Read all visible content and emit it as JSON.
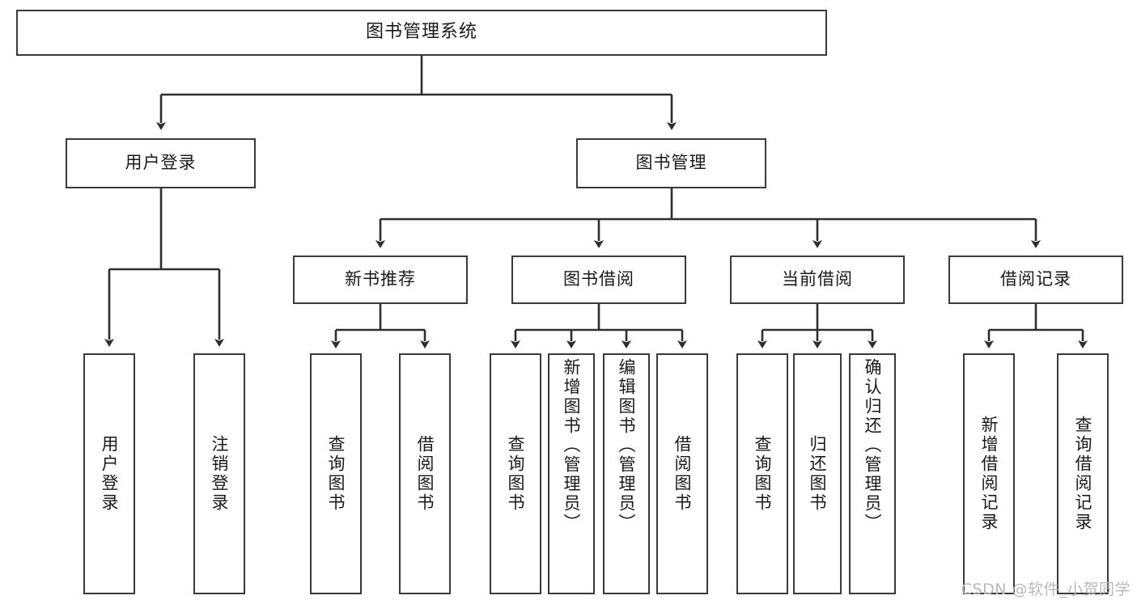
{
  "diagram": {
    "title_node": {
      "label": "图书管理系统"
    },
    "level2": [
      {
        "id": "user-login",
        "label": "用户登录"
      },
      {
        "id": "book-management",
        "label": "图书管理"
      }
    ],
    "level3": [
      {
        "id": "new-book-recommend",
        "label": "新书推荐"
      },
      {
        "id": "book-borrow",
        "label": "图书借阅"
      },
      {
        "id": "current-borrow",
        "label": "当前借阅"
      },
      {
        "id": "borrow-record",
        "label": "借阅记录"
      }
    ],
    "leaves": {
      "user_login": [
        {
          "id": "leaf-user-login",
          "label": "用户登录"
        },
        {
          "id": "leaf-logout",
          "label": "注销登录"
        }
      ],
      "new_book_recommend": [
        {
          "id": "leaf-query-book-1",
          "label": "查询图书"
        },
        {
          "id": "leaf-borrow-book-1",
          "label": "借阅图书"
        }
      ],
      "book_borrow": [
        {
          "id": "leaf-query-book-2",
          "label": "查询图书"
        },
        {
          "id": "leaf-add-book",
          "label": "新增图书（管理员）"
        },
        {
          "id": "leaf-edit-book",
          "label": "编辑图书（管理员）"
        },
        {
          "id": "leaf-borrow-book-2",
          "label": "借阅图书"
        }
      ],
      "current_borrow": [
        {
          "id": "leaf-query-book-3",
          "label": "查询图书"
        },
        {
          "id": "leaf-return-book",
          "label": "归还图书"
        },
        {
          "id": "leaf-confirm-return",
          "label": "确认归还（管理员）"
        }
      ],
      "borrow_record": [
        {
          "id": "leaf-add-record",
          "label": "新增借阅记录"
        },
        {
          "id": "leaf-query-record",
          "label": "查询借阅记录"
        }
      ]
    }
  },
  "watermark": {
    "text": "CSDN @软件_小贺同学"
  },
  "colors": {
    "stroke": "#3a3a3a",
    "background": "#ffffff",
    "text": "#1a1a1a",
    "watermark": "#b9b9b9"
  }
}
